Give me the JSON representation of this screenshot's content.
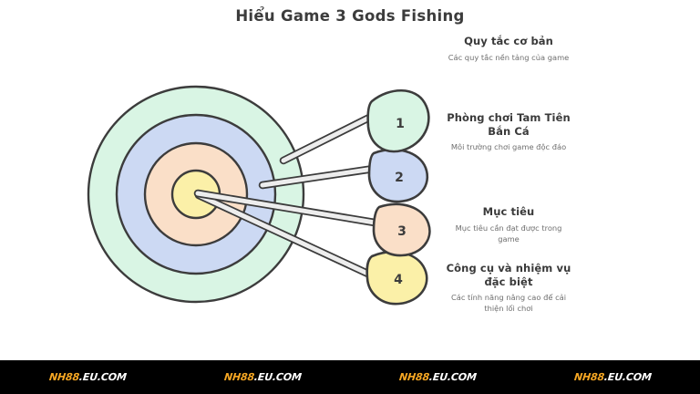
{
  "page": {
    "title": "Hiểu Game 3 Gods Fishing",
    "background_color": "#ffffff"
  },
  "colors": {
    "ring_outer": "#d9f5e4",
    "ring_second": "#ccd9f3",
    "ring_third": "#fadfc8",
    "bullseye": "#fbf0a8",
    "outline": "#3c3c3c",
    "dart_shaft": "#e8e8e8",
    "heading_text": "#3a3a3a",
    "body_text": "#6e6e6e",
    "watermark_brand": "#f5a623",
    "watermark_tld": "#ffffff",
    "watermark_bar": "#000000"
  },
  "target": {
    "name": "dartboard-target",
    "rings": [
      {
        "label": "outer-ring",
        "color": "#d9f5e4",
        "radius": 118
      },
      {
        "label": "second-ring",
        "color": "#ccd9f3",
        "radius": 87
      },
      {
        "label": "third-ring",
        "color": "#fadfc8",
        "radius": 56
      },
      {
        "label": "bullseye",
        "color": "#fbf0a8",
        "radius": 26
      }
    ]
  },
  "darts": [
    {
      "number": "1",
      "flag_color": "#d9f5e4",
      "name": "dart-1"
    },
    {
      "number": "2",
      "flag_color": "#ccd9f3",
      "name": "dart-2"
    },
    {
      "number": "3",
      "flag_color": "#fadfc8",
      "name": "dart-3"
    },
    {
      "number": "4",
      "flag_color": "#fbf0a8",
      "name": "dart-4"
    }
  ],
  "sections": [
    {
      "number": "1",
      "heading": "Quy tắc cơ bản",
      "body": "Các quy tắc nền tảng của game"
    },
    {
      "number": "2",
      "heading": "Phòng chơi Tam Tiên Bắn Cá",
      "body": "Môi trường chơi game độc đáo"
    },
    {
      "number": "3",
      "heading": "Mục tiêu",
      "body": "Mục tiêu cần đạt được trong game"
    },
    {
      "number": "4",
      "heading": "Công cụ và nhiệm vụ đặc biệt",
      "body": "Các tính năng nâng cao để cải thiện lối chơi"
    }
  ],
  "watermarks": [
    {
      "brand": "NH88",
      "tld": ".EU.COM"
    },
    {
      "brand": "NH88",
      "tld": ".EU.COM"
    },
    {
      "brand": "NH88",
      "tld": ".EU.COM"
    },
    {
      "brand": "NH88",
      "tld": ".EU.COM"
    }
  ]
}
